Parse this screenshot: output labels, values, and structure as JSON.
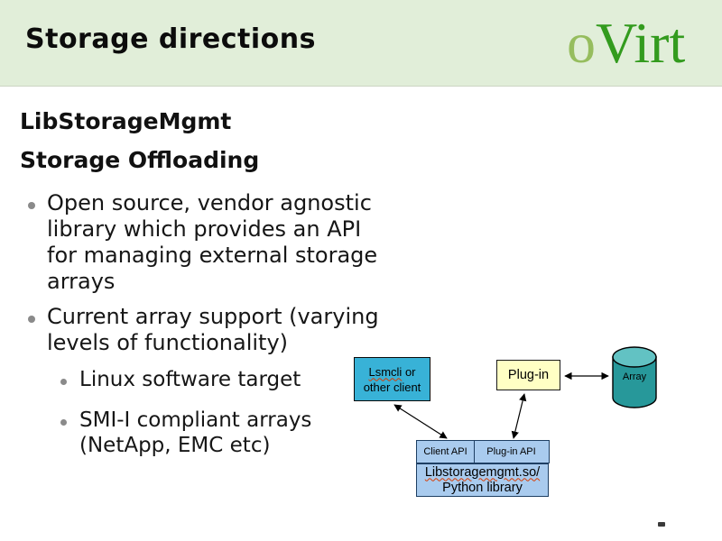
{
  "slide": {
    "title": "Storage directions",
    "logo": {
      "o": "o",
      "virt": "Virt"
    },
    "headings": {
      "h1": "LibStorageMgmt",
      "h2": "Storage Offloading"
    },
    "content": {
      "bullets": [
        {
          "text": "Open source, vendor agnostic library which provides an API for managing external storage arrays",
          "lines": [
            "Open source, vendor agnostic",
            "library which provides an API",
            "for managing external storage",
            "arrays"
          ]
        },
        {
          "text": "Current array support (varying levels of functionality)",
          "lines": [
            "Current array support (varying",
            "levels of functionality)"
          ],
          "children": [
            {
              "text": "Linux software target",
              "lines": [
                "Linux software target"
              ]
            },
            {
              "text": "SMI-I compliant arrays (NetApp, EMC etc)",
              "lines": [
                "SMI-I compliant arrays",
                "(NetApp, EMC etc)"
              ]
            }
          ]
        }
      ]
    },
    "diagram": {
      "client_box": {
        "word_underlined": "Lsmcli",
        "line1_suffix": " or",
        "line2": "other client"
      },
      "plugin_box": {
        "label": "Plug-in"
      },
      "array_cylinder": {
        "label": "Array"
      },
      "client_api": {
        "label": "Client API"
      },
      "plugin_api": {
        "label": "Plug-in API"
      },
      "library_box": {
        "line1": "Libstoragemgmt.so/",
        "line2": "Python library"
      }
    },
    "colors": {
      "header_bg": "#e1eed9",
      "logo_o": "#96bd5e",
      "logo_virt": "#339b1e",
      "client_box_fill": "#38b2d7",
      "plugin_box_fill": "#ffffc4",
      "array_fill": "#27989a",
      "array_top_fill": "#62c2c3",
      "api_box_fill": "#a9cbee",
      "api_box_border": "#1e3f63",
      "bullet_dot": "#8a8a8a",
      "squiggle": "#d93a00"
    }
  }
}
